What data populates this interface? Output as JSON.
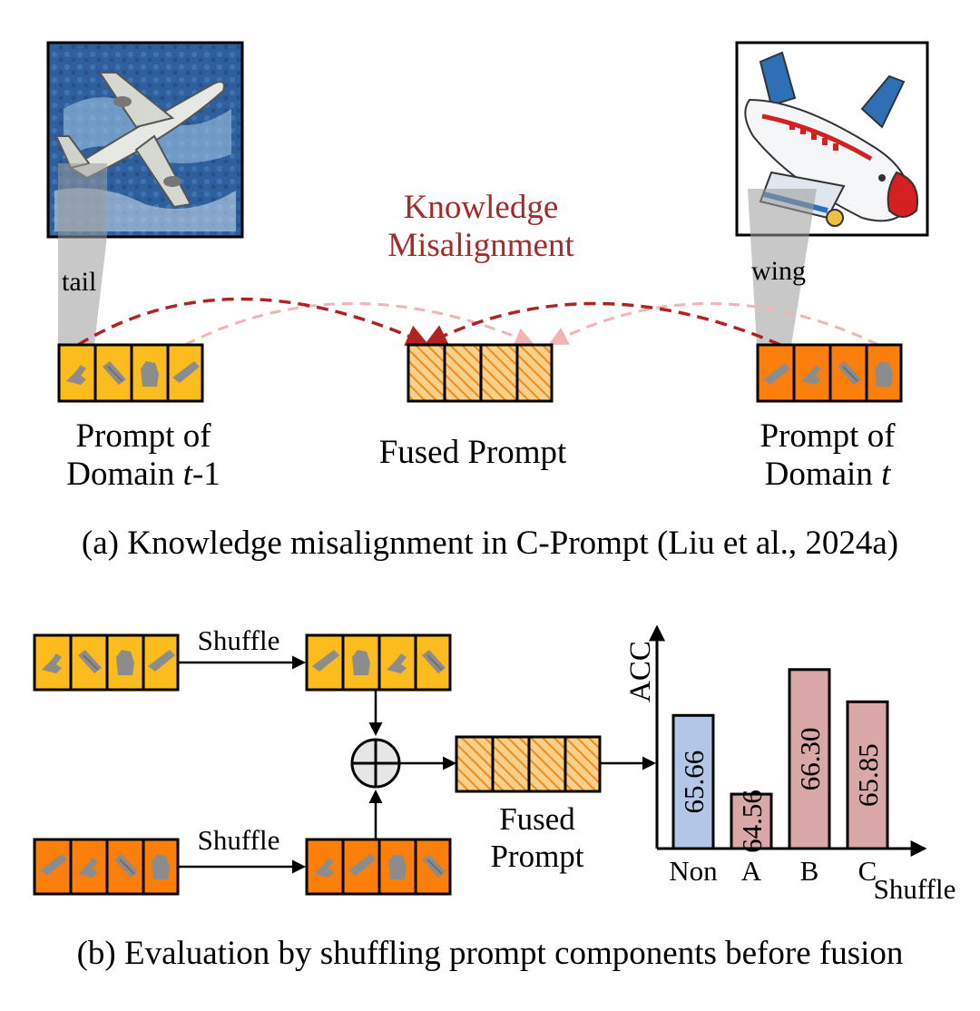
{
  "panel_a": {
    "images": {
      "left": {
        "name": "painting-airplane-image",
        "region_label": "tail"
      },
      "right": {
        "name": "cartoon-airplane-image",
        "region_label": "wing"
      }
    },
    "annotation": [
      "Knowledge",
      "Misalignment"
    ],
    "prompts": {
      "left": {
        "line1": "Prompt of",
        "line2_prefix": "Domain ",
        "line2_var": "t",
        "line2_suffix": "-1",
        "color": "#fcbc1e"
      },
      "center": {
        "label": "Fused Prompt",
        "color": "#f9c472"
      },
      "right": {
        "line1": "Prompt of",
        "line2_prefix": "Domain ",
        "line2_var": "t",
        "line2_suffix": "",
        "color": "#fb7f0a"
      }
    },
    "arrow_colors": {
      "strong": "#b22222",
      "faint": "#f3b4b4"
    },
    "caption": "(a) Knowledge misalignment in C-Prompt (Liu et al., 2024a)"
  },
  "panel_b": {
    "shuffle_top": "Shuffle",
    "shuffle_bottom": "Shuffle",
    "fused": [
      "Fused",
      "Prompt"
    ],
    "chart_data": {
      "type": "bar",
      "ylabel": "ACC",
      "xlabel": "Shuffle",
      "categories": [
        "Non",
        "A",
        "B",
        "C"
      ],
      "values": [
        65.66,
        64.56,
        66.3,
        65.85
      ],
      "value_labels": [
        "65.66",
        "64.56",
        "66.30",
        "65.85"
      ],
      "colors": [
        "#b4c6e7",
        "#d9a7a7",
        "#d9a7a7",
        "#d9a7a7"
      ],
      "ylim": [
        63.8,
        66.5
      ]
    },
    "caption": "(b) Evaluation by shuffling prompt components before fusion"
  }
}
